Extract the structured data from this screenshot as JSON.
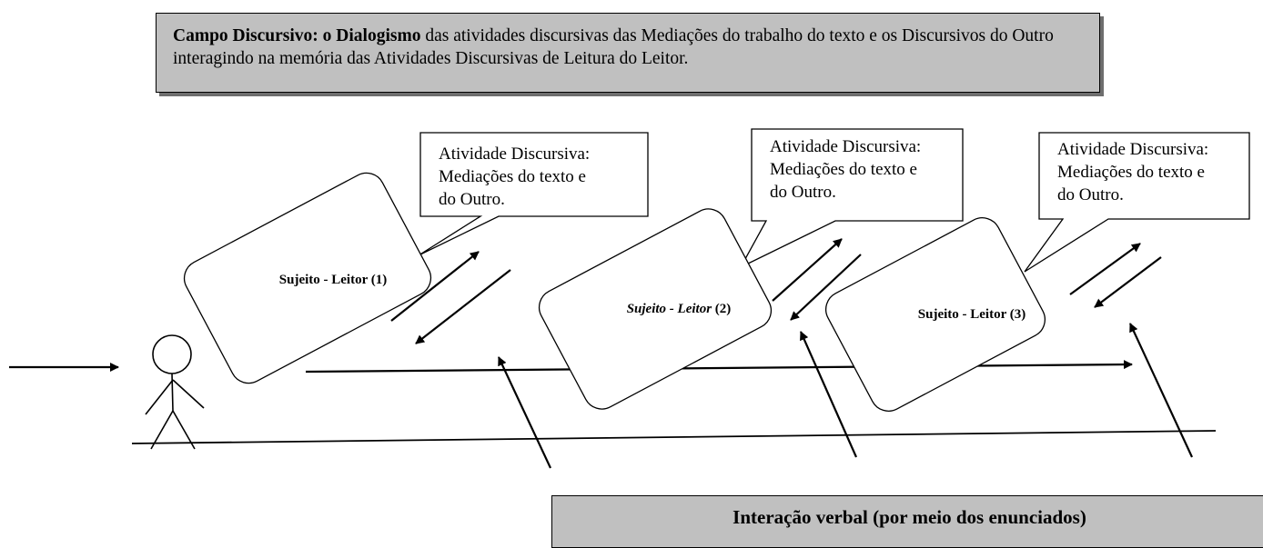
{
  "header": {
    "title_bold": "Campo Discursivo: o Dialogismo",
    "title_rest": " das atividades discursivas das Mediações do trabalho do texto e os Discursivos do Outro interagindo na memória das Atividades Discursivas de Leitura do Leitor."
  },
  "callouts": [
    {
      "line1": "Atividade Discursiva:",
      "line2": "Mediações do texto e",
      "line3": "do Outro."
    },
    {
      "line1": "Atividade Discursiva:",
      "line2": "Mediações do texto e",
      "line3": "do Outro."
    },
    {
      "line1": "Atividade Discursiva:",
      "line2": "Mediações do texto e",
      "line3": "do Outro."
    }
  ],
  "readers": [
    {
      "label": "Sujeito - Leitor",
      "number": " (1)",
      "italic": false
    },
    {
      "label": "Sujeito - Leitor",
      "number": " (2)",
      "italic": true
    },
    {
      "label": "Sujeito - Leitor",
      "number": " (3)",
      "italic": false
    }
  ],
  "footer": {
    "label": "Interação verbal (por meio dos enunciados)"
  },
  "colors": {
    "box_fill": "#c0c0c0",
    "box_shadow": "#6e6e6e",
    "stroke": "#000000"
  }
}
